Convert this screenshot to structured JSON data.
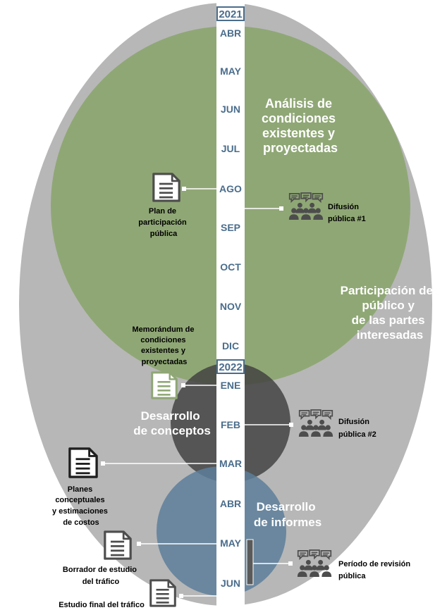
{
  "timeline": {
    "year_2021": "2021",
    "year_2022": "2022",
    "months": [
      {
        "label": "ABR"
      },
      {
        "label": "MAY"
      },
      {
        "label": "JUN"
      },
      {
        "label": "JUL"
      },
      {
        "label": "AGO"
      },
      {
        "label": "SEP"
      },
      {
        "label": "OCT"
      },
      {
        "label": "NOV"
      },
      {
        "label": "DIC"
      },
      {
        "label": "ENE"
      },
      {
        "label": "FEB"
      },
      {
        "label": "MAR"
      },
      {
        "label": "ABR"
      },
      {
        "label": "MAY"
      },
      {
        "label": "JUN"
      }
    ]
  },
  "phases": {
    "outer": [
      "Participación del",
      "público y",
      "de las partes",
      "interesadas"
    ],
    "analysis": [
      "Análisis de",
      "condiciones",
      "existentes y",
      "proyectadas"
    ],
    "concepts": [
      "Desarrollo",
      "de conceptos"
    ],
    "reports": [
      "Desarrollo",
      "de informes"
    ]
  },
  "deliverables": {
    "plan": [
      "Plan de",
      "participación",
      "pública"
    ],
    "memo": [
      "Memorándum de",
      "condiciones",
      "existentes y",
      "proyectadas"
    ],
    "plans": [
      "Planes",
      "conceptuales",
      "y estimaciones",
      "de costos"
    ],
    "draft": [
      "Borrador de estudio",
      "del tráfico"
    ],
    "final": [
      "Estudio final del tráfico"
    ]
  },
  "outreach": {
    "d1": [
      "Difusión",
      "pública #1"
    ],
    "d2": [
      "Difusión",
      "pública #2"
    ],
    "review": [
      "Período de revisión",
      "pública"
    ]
  },
  "icons": {
    "document": "document-icon",
    "meeting": "public-meeting-icon"
  },
  "colors": {
    "outer": "#b7b7b7",
    "analysis": "#8fa775",
    "concepts": "#5b5b5b",
    "reports": "#5d7f9b",
    "month_text": "#4a6d8c",
    "memo_icon": "#8fa775"
  }
}
